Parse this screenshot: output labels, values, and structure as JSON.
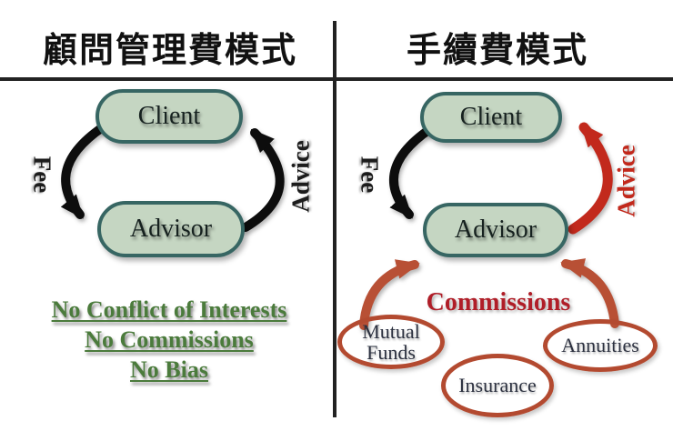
{
  "left_panel": {
    "title": "顧問管理費模式",
    "client_label": "Client",
    "advisor_label": "Advisor",
    "fee_label": "Fee",
    "advice_label": "Advice",
    "benefits": [
      "No Conflict of Interests",
      "No Commissions",
      "No Bias"
    ]
  },
  "right_panel": {
    "title": "手續費模式",
    "client_label": "Client",
    "advisor_label": "Advisor",
    "fee_label": "Fee",
    "advice_label": "Advice",
    "commissions_label": "Commissions",
    "sources": [
      {
        "label": "Mutual Funds"
      },
      {
        "label": "Insurance"
      },
      {
        "label": "Annuities"
      }
    ]
  },
  "colors": {
    "node_fill": "#c5d6c2",
    "node_border": "#376663",
    "fee_arrow": "#0d0d0d",
    "advice_arrow_left": "#0d0d0d",
    "advice_arrow_right": "#c2291c",
    "commission_arrow": "#b85035",
    "source_ring": "#b34a30",
    "benefits_text": "#4b7b3c",
    "commissions_text": "#b01e28",
    "divider": "#222222"
  }
}
